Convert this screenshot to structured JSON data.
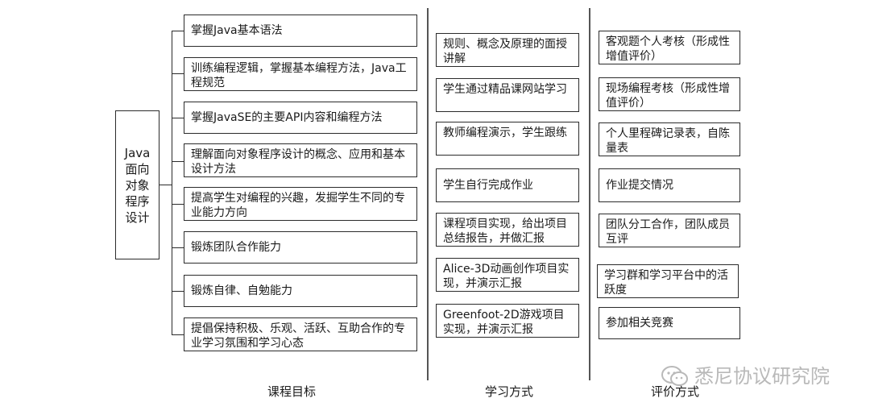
{
  "root": {
    "label": "Java面向对象程序设计"
  },
  "goals": [
    "掌握Java基本语法",
    "训练编程逻辑，掌握基本编程方法，Java工程规范",
    "掌握JavaSE的主要API内容和编程方法",
    "理解面向对象程序设计的概念、应用和基本设计方法",
    "提高学生对编程的兴趣，发掘学生不同的专业能力方向",
    "锻炼团队合作能力",
    "锻炼自律、自勉能力",
    "提倡保持积极、乐观、活跃、互助合作的专业学习氛围和学习心态"
  ],
  "methods": [
    "规则、概念及原理的面授讲解",
    "学生通过精品课网站学习",
    "教师编程演示，学生跟练",
    "学生自行完成作业",
    "课程项目实现，给出项目总结报告，并做汇报",
    "Alice-3D动画创作项目实现，并演示汇报",
    "Greenfoot-2D游戏项目实现，并演示汇报"
  ],
  "evaluations": [
    "客观题个人考核（形成性增值评价）",
    "现场编程考核（形成性增值评价）",
    "个人里程碑记录表，自陈量表",
    "作业提交情况",
    "团队分工合作，团队成员互评",
    "学习群和学习平台中的活跃度",
    "参加相关竞赛"
  ],
  "column_labels": {
    "goals": "课程目标",
    "methods": "学习方式",
    "evaluations": "评价方式"
  },
  "watermark": "悉尼协议研究院"
}
